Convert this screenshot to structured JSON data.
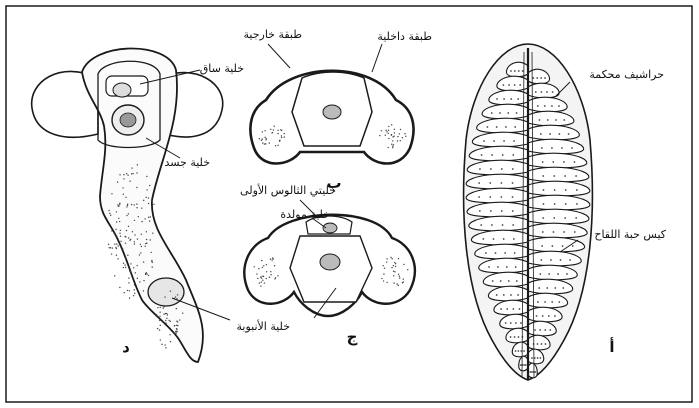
{
  "labels": {
    "male_gametophyte": {
      "stalk_cell": "خلية ساق",
      "body_cell": "خلية جسد",
      "tube_cell": "خلية الأنبوبة",
      "letter": "د"
    },
    "pollen_grain_b": {
      "outer_layer": "طبقة خارجية",
      "inner_layer": "طبقة داخلية",
      "letter": "ب"
    },
    "pollen_grain_c": {
      "prothallial_cells": "خليتي الثالوس الأولى",
      "generative_cell": "خلية مولدة",
      "letter": "ج"
    },
    "cone": {
      "scales": "حراشيف محكمة",
      "pollen_sac": "كيس حبة اللقاح",
      "letter": "أ"
    }
  },
  "colors": {
    "ink": "#1a1a1a",
    "background": "#ffffff",
    "stipple": "#444444"
  }
}
